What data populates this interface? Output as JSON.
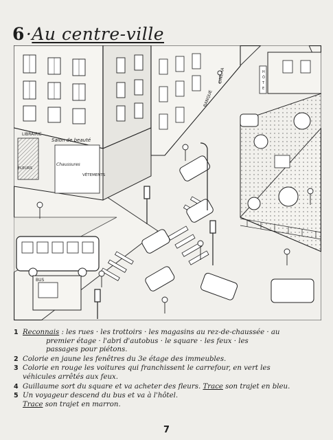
{
  "heading": {
    "number": "6",
    "sep": "·",
    "title": "Au centre-ville"
  },
  "illustration": {
    "signs": {
      "cinema": "CINÉMA",
      "hotel": "HÔTEL",
      "banque": "BANQUE",
      "librairie": "LIBRAIRIE",
      "salon": "Salon de beauté",
      "fleurs": "FLEURS",
      "chaussures": "Chaussures",
      "vetements": "VÊTEMENTS",
      "bus_stop": "BUS"
    }
  },
  "instructions": [
    {
      "n": "1",
      "lines": [
        [
          "Reconnais",
          " : les rues · les trottoirs · les magasins au rez-de-chaussée · au"
        ],
        [
          "",
          "premier étage · l'abri d'autobus · le square · les feux · les"
        ],
        [
          "",
          "passages pour piétons."
        ]
      ]
    },
    {
      "n": "2",
      "lines": [
        [
          "",
          "Colorie en jaune les fenêtres du 3e étage des immeubles."
        ]
      ]
    },
    {
      "n": "3",
      "lines": [
        [
          "",
          "Colorie en rouge les voitures qui franchissent le carrefour, en vert les"
        ],
        [
          "",
          "véhicules arrêtés aux feux."
        ]
      ]
    },
    {
      "n": "4",
      "lines": [
        [
          "",
          "Guillaume sort du square et va acheter des fleurs. "
        ],
        [
          "Trace",
          " son trajet en bleu."
        ]
      ],
      "single": true
    },
    {
      "n": "5",
      "lines": [
        [
          "",
          "Un voyageur descend du bus et va à l'hôtel."
        ],
        [
          "Trace",
          " son trajet en marron."
        ]
      ]
    }
  ],
  "page_number": "7"
}
